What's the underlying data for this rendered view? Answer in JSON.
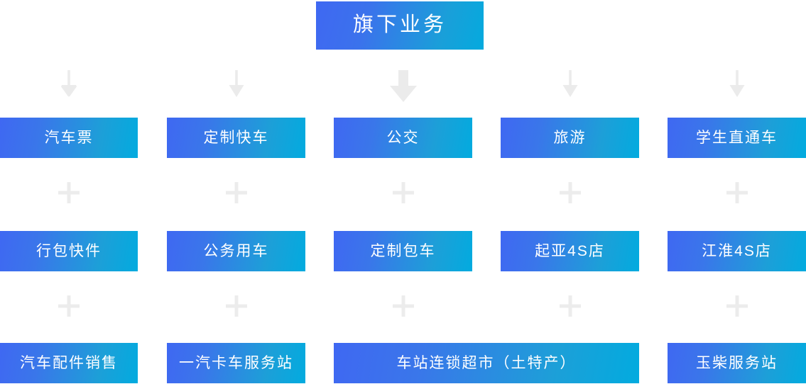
{
  "diagram": {
    "title": "旗下业务",
    "connector_arrow_icon": "arrow-down-icon",
    "separator_icon": "plus-icon",
    "accent_gradient_start": "#3f68f2",
    "accent_gradient_end": "#02abdf",
    "connector_color": "#ebebeb",
    "columns": [
      {
        "index": 1,
        "items": [
          "汽车票",
          "行包快件",
          "汽车配件销售"
        ]
      },
      {
        "index": 2,
        "items": [
          "定制快车",
          "公务用车",
          "一汽卡车服务站"
        ]
      },
      {
        "index": 3,
        "items": [
          "公交",
          "定制包车",
          "车站连锁超市（土特产）"
        ]
      },
      {
        "index": 4,
        "items": [
          "旅游",
          "起亚4S店"
        ]
      },
      {
        "index": 5,
        "items": [
          "学生直通车",
          "江淮4S店",
          "玉柴服务站"
        ]
      }
    ]
  }
}
